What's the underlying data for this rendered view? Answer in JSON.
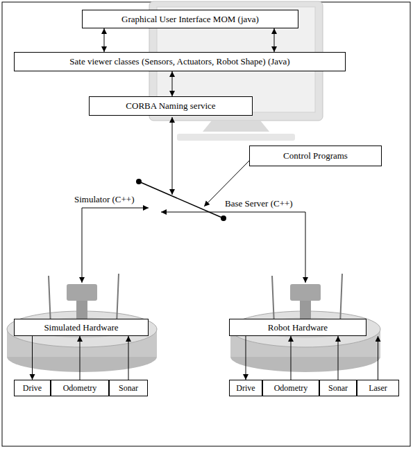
{
  "diagram": {
    "nodes": [
      {
        "text": [
          "Graphical User Interface MOM (java)"
        ]
      },
      {
        "text": [
          "Sate viewer classes (Sensors, Actuators, Robot Shape) (Java)"
        ]
      },
      {
        "text": [
          "CORBA Naming service"
        ]
      },
      {
        "text": [
          "Control Programs"
        ]
      },
      {
        "text": [
          "Simulated Hardware"
        ]
      },
      {
        "text": [
          "Drive"
        ]
      },
      {
        "text": [
          "Odometry"
        ]
      },
      {
        "text": [
          "Sonar"
        ]
      },
      {
        "text": [
          "Robot Hardware"
        ]
      },
      {
        "text": [
          "Drive"
        ]
      },
      {
        "text": [
          "Odometry"
        ]
      },
      {
        "text": [
          "Sonar"
        ]
      },
      {
        "text": [
          "Laser"
        ]
      }
    ],
    "edges": [
      {
        "from": 0,
        "to": 1,
        "arrow": "both"
      },
      {
        "from": 0,
        "to": 1,
        "arrow": "both"
      },
      {
        "from": 1,
        "to": 2,
        "arrow": "both"
      },
      {
        "from": 4,
        "to": 5,
        "arrow": "to"
      },
      {
        "from": 6,
        "to": 4,
        "arrow": "to"
      },
      {
        "from": 7,
        "to": 4,
        "arrow": "to"
      },
      {
        "from": 8,
        "to": 9,
        "arrow": "to"
      },
      {
        "from": 10,
        "to": 8,
        "arrow": "to"
      },
      {
        "from": 11,
        "to": 8,
        "arrow": "to"
      },
      {
        "from": 12,
        "to": 8,
        "arrow": "to"
      }
    ],
    "labels": [
      "Simulator (C++)",
      "Base Server (C++)"
    ]
  }
}
